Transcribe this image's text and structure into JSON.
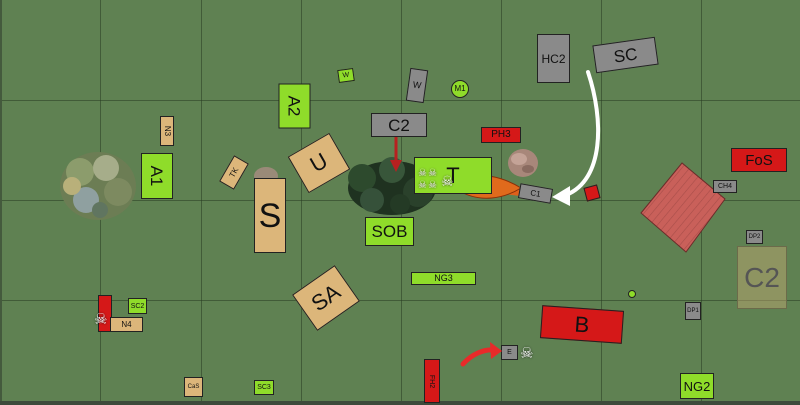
{
  "units": {
    "hc2": "HC2",
    "sc": "SC",
    "w1": "W",
    "w2": "W",
    "m1": "M1",
    "a2": "A2",
    "c2_top": "C2",
    "ph3": "PH3",
    "n3": "N3",
    "a1": "A1",
    "tk": "TK",
    "u": "U",
    "t": "T",
    "c1": "C1",
    "fos": "FoS",
    "ch4": "CH4",
    "s": "S",
    "sob": "SOB",
    "dp2": "DP2",
    "c2_ghost": "C2",
    "ng3": "NG3",
    "sa": "SA",
    "sc2": "SC2",
    "n4": "N4",
    "b": "B",
    "dp1": "DP1",
    "e": "E",
    "fh2": "FH2",
    "cas": "CaS",
    "sc3": "SC3",
    "ng2": "NG2"
  },
  "colors": {
    "board": "#5f8152",
    "grid": "#3c5634",
    "lime_unit": "#8fdc2a",
    "tan_unit": "#dcb67a",
    "grey_unit": "#8a8a8a",
    "red_unit": "#d51818"
  },
  "icons": [
    "skull-icon",
    "white-curved-arrow-icon",
    "red-curved-arrow-icon",
    "red-straight-arrow-icon",
    "flame-template-icon",
    "forest-terrain-icon",
    "rock-terrain-icon",
    "building-terrain-icon"
  ]
}
